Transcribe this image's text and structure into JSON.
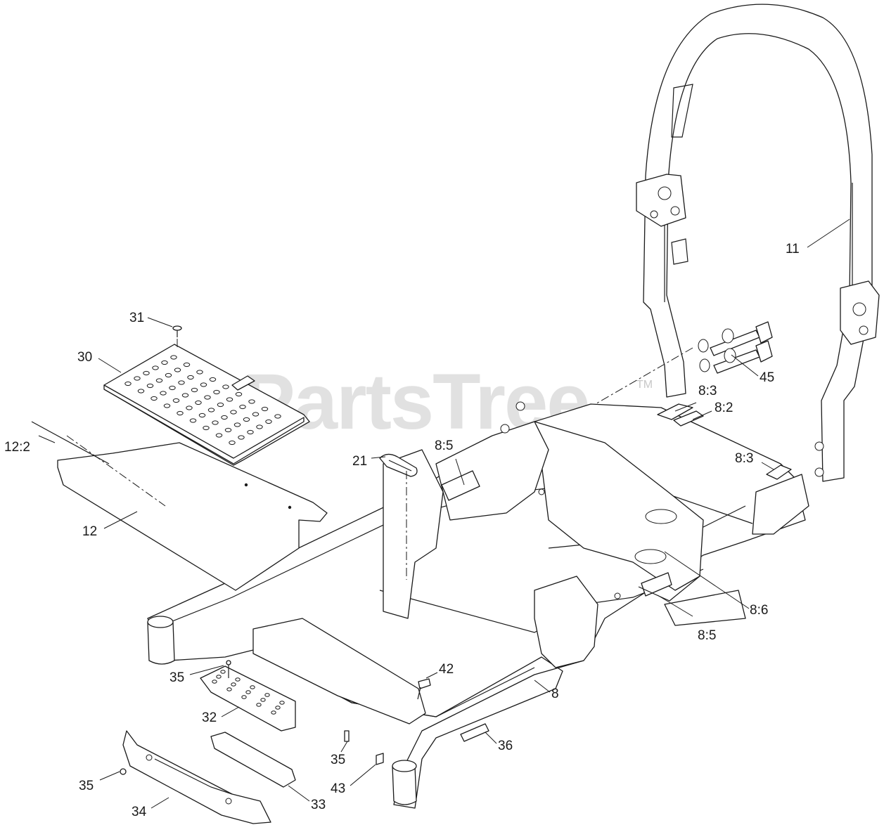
{
  "watermark": {
    "text": "PartsTree",
    "trademark": "TM"
  },
  "callouts": [
    {
      "id": "c11",
      "label": "11"
    },
    {
      "id": "c45",
      "label": "45"
    },
    {
      "id": "c8_3a",
      "label": "8:3"
    },
    {
      "id": "c8_2",
      "label": "8:2"
    },
    {
      "id": "c8_3b",
      "label": "8:3"
    },
    {
      "id": "c31",
      "label": "31"
    },
    {
      "id": "c30",
      "label": "30"
    },
    {
      "id": "c12_2",
      "label": "12:2"
    },
    {
      "id": "c21",
      "label": "21"
    },
    {
      "id": "c8_5a",
      "label": "8:5"
    },
    {
      "id": "c12",
      "label": "12"
    },
    {
      "id": "c8_6",
      "label": "8:6"
    },
    {
      "id": "c8_5b",
      "label": "8:5"
    },
    {
      "id": "c35a",
      "label": "35"
    },
    {
      "id": "c42",
      "label": "42"
    },
    {
      "id": "c8",
      "label": "8"
    },
    {
      "id": "c32",
      "label": "32"
    },
    {
      "id": "c36",
      "label": "36"
    },
    {
      "id": "c35b",
      "label": "35"
    },
    {
      "id": "c35c",
      "label": "35"
    },
    {
      "id": "c43",
      "label": "43"
    },
    {
      "id": "c33",
      "label": "33"
    },
    {
      "id": "c34",
      "label": "34"
    }
  ]
}
